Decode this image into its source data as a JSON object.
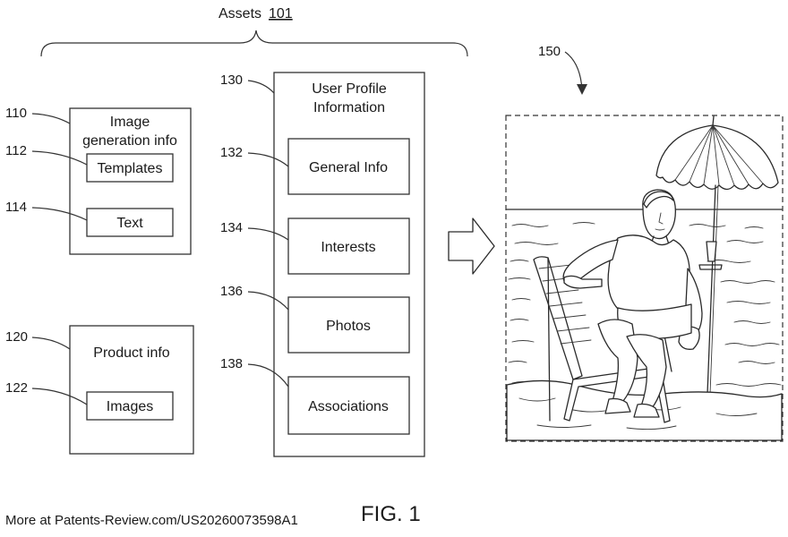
{
  "assets": {
    "label": "Assets",
    "ref": "101"
  },
  "image_generation": {
    "ref": "110",
    "title_line1": "Image",
    "title_line2": "generation info",
    "items": [
      {
        "ref": "112",
        "label": "Templates"
      },
      {
        "ref": "114",
        "label": "Text"
      }
    ]
  },
  "product": {
    "ref": "120",
    "title": "Product info",
    "items": [
      {
        "ref": "122",
        "label": "Images"
      }
    ]
  },
  "user_profile": {
    "ref": "130",
    "title_line1": "User Profile",
    "title_line2": "Information",
    "items": [
      {
        "ref": "132",
        "label": "General Info"
      },
      {
        "ref": "134",
        "label": "Interests"
      },
      {
        "ref": "136",
        "label": "Photos"
      },
      {
        "ref": "138",
        "label": "Associations"
      }
    ]
  },
  "generated_image": {
    "ref": "150"
  },
  "footer": {
    "source": "More at Patents-Review.com/US20260073598A1",
    "figure": "FIG. 1"
  }
}
